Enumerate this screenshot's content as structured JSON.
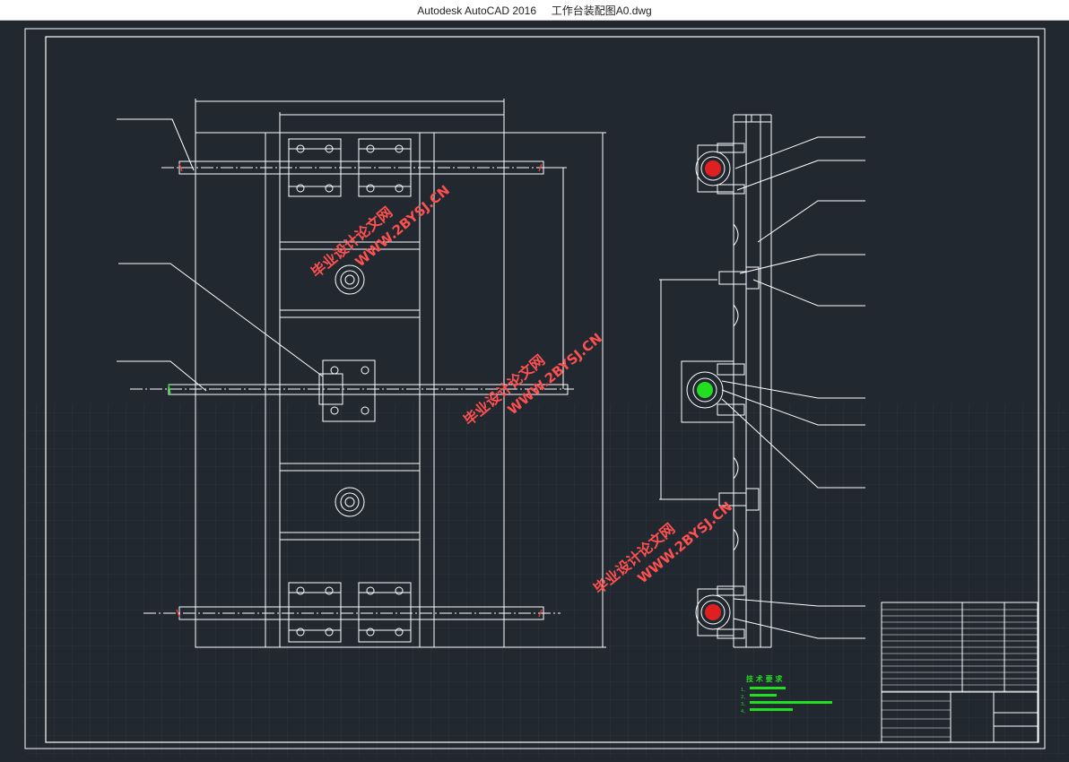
{
  "window": {
    "title": "Autodesk AutoCAD 2016     工作台装配图A0.dwg"
  },
  "drawing": {
    "file_name": "工作台装配图A0.dwg",
    "tech_requirements_title": "技 术 要 求",
    "tech_requirements": [
      "1、",
      "2、",
      "3、",
      "4、"
    ],
    "colors": {
      "background": "#212830",
      "lines": "#ffffff",
      "centerline": "#ff3030",
      "highlight_green": "#22dd22",
      "watermark": "#ff4b4b",
      "grid": "#2c3440"
    }
  },
  "watermarks": [
    {
      "cn": "毕业设计论文网",
      "url": "WWW.2BYSJ.CN"
    },
    {
      "cn": "毕业设计论文网",
      "url": "WWW.2BYSJ.CN"
    },
    {
      "cn": "毕业设计论文网",
      "url": "WWW.2BYSJ.CN"
    }
  ]
}
